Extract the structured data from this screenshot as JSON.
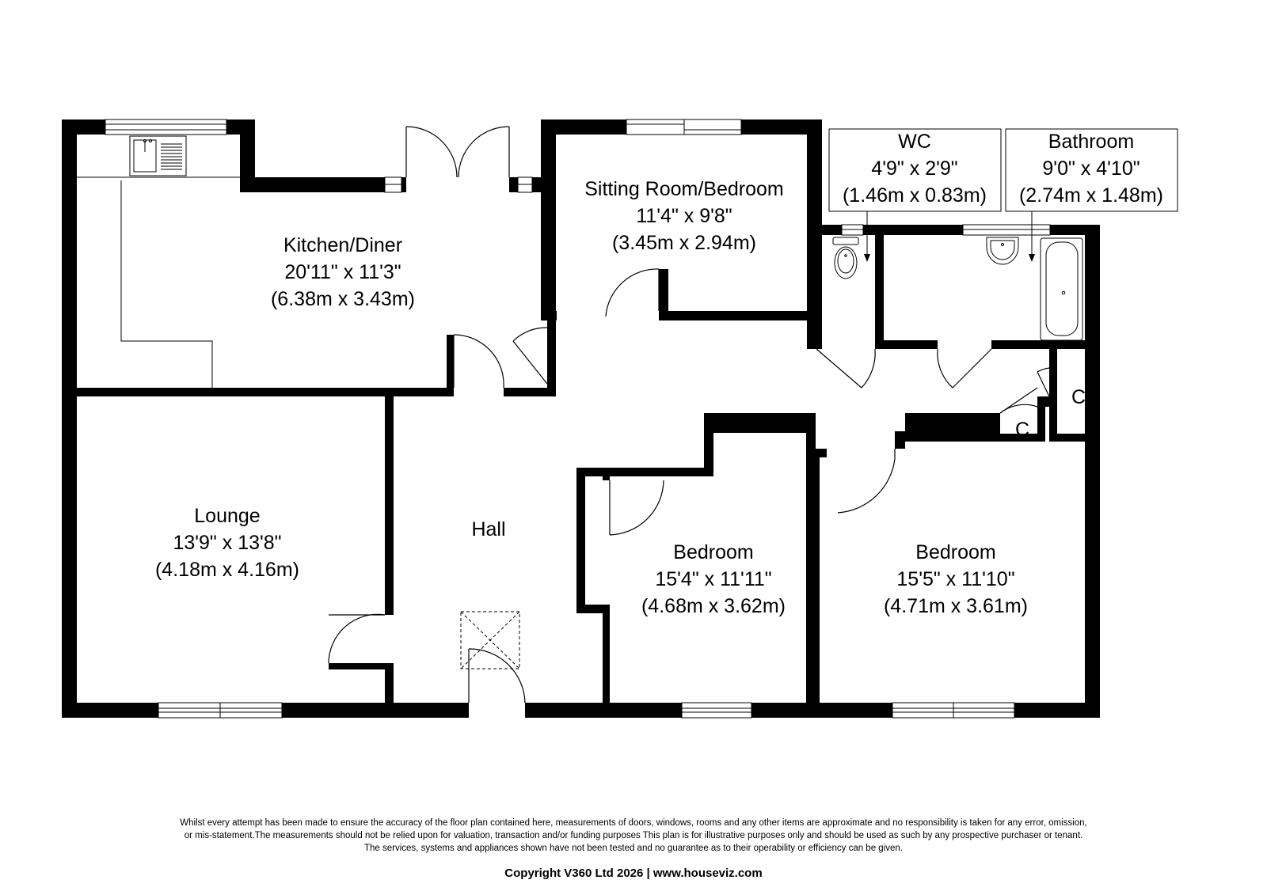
{
  "rooms": {
    "kitchen": {
      "name": "Kitchen/Diner",
      "imperial": "20'11\" x 11'3\"",
      "metric": "(6.38m x 3.43m)"
    },
    "sitting": {
      "name": "Sitting Room/Bedroom",
      "imperial": "11'4\" x 9'8\"",
      "metric": "(3.45m x 2.94m)"
    },
    "wc": {
      "name": "WC",
      "imperial": "4'9\" x 2'9\"",
      "metric": "(1.46m x 0.83m)"
    },
    "bathroom": {
      "name": "Bathroom",
      "imperial": "9'0\" x 4'10\"",
      "metric": "(2.74m x 1.48m)"
    },
    "lounge": {
      "name": "Lounge",
      "imperial": "13'9\" x 13'8\"",
      "metric": "(4.18m x 4.16m)"
    },
    "hall": {
      "name": "Hall"
    },
    "bedroom1": {
      "name": "Bedroom",
      "imperial": "15'4\" x 11'11\"",
      "metric": "(4.68m x 3.62m)"
    },
    "bedroom2": {
      "name": "Bedroom",
      "imperial": "15'5\" x 11'10\"",
      "metric": "(4.71m x 3.61m)"
    },
    "cupboard1": {
      "name": "C"
    },
    "cupboard2": {
      "name": "C"
    }
  },
  "footer": {
    "disclaimer_1": "Whilst every attempt has been made to ensure the accuracy of the floor plan contained here, measurements of doors, windows, rooms and any other items are approximate and no responsibility is taken for any error, omission,",
    "disclaimer_2": "or mis-statement.The measurements should not be relied upon for valuation, transaction and/or funding purposes This plan is for illustrative purposes only and should be used as such by any prospective purchaser or tenant.",
    "disclaimer_3": "The services, systems and appliances shown have not been tested and no guarantee as to their operability or efficiency can be given.",
    "copyright": "Copyright V360 Ltd 2026 | www.houseviz.com"
  }
}
